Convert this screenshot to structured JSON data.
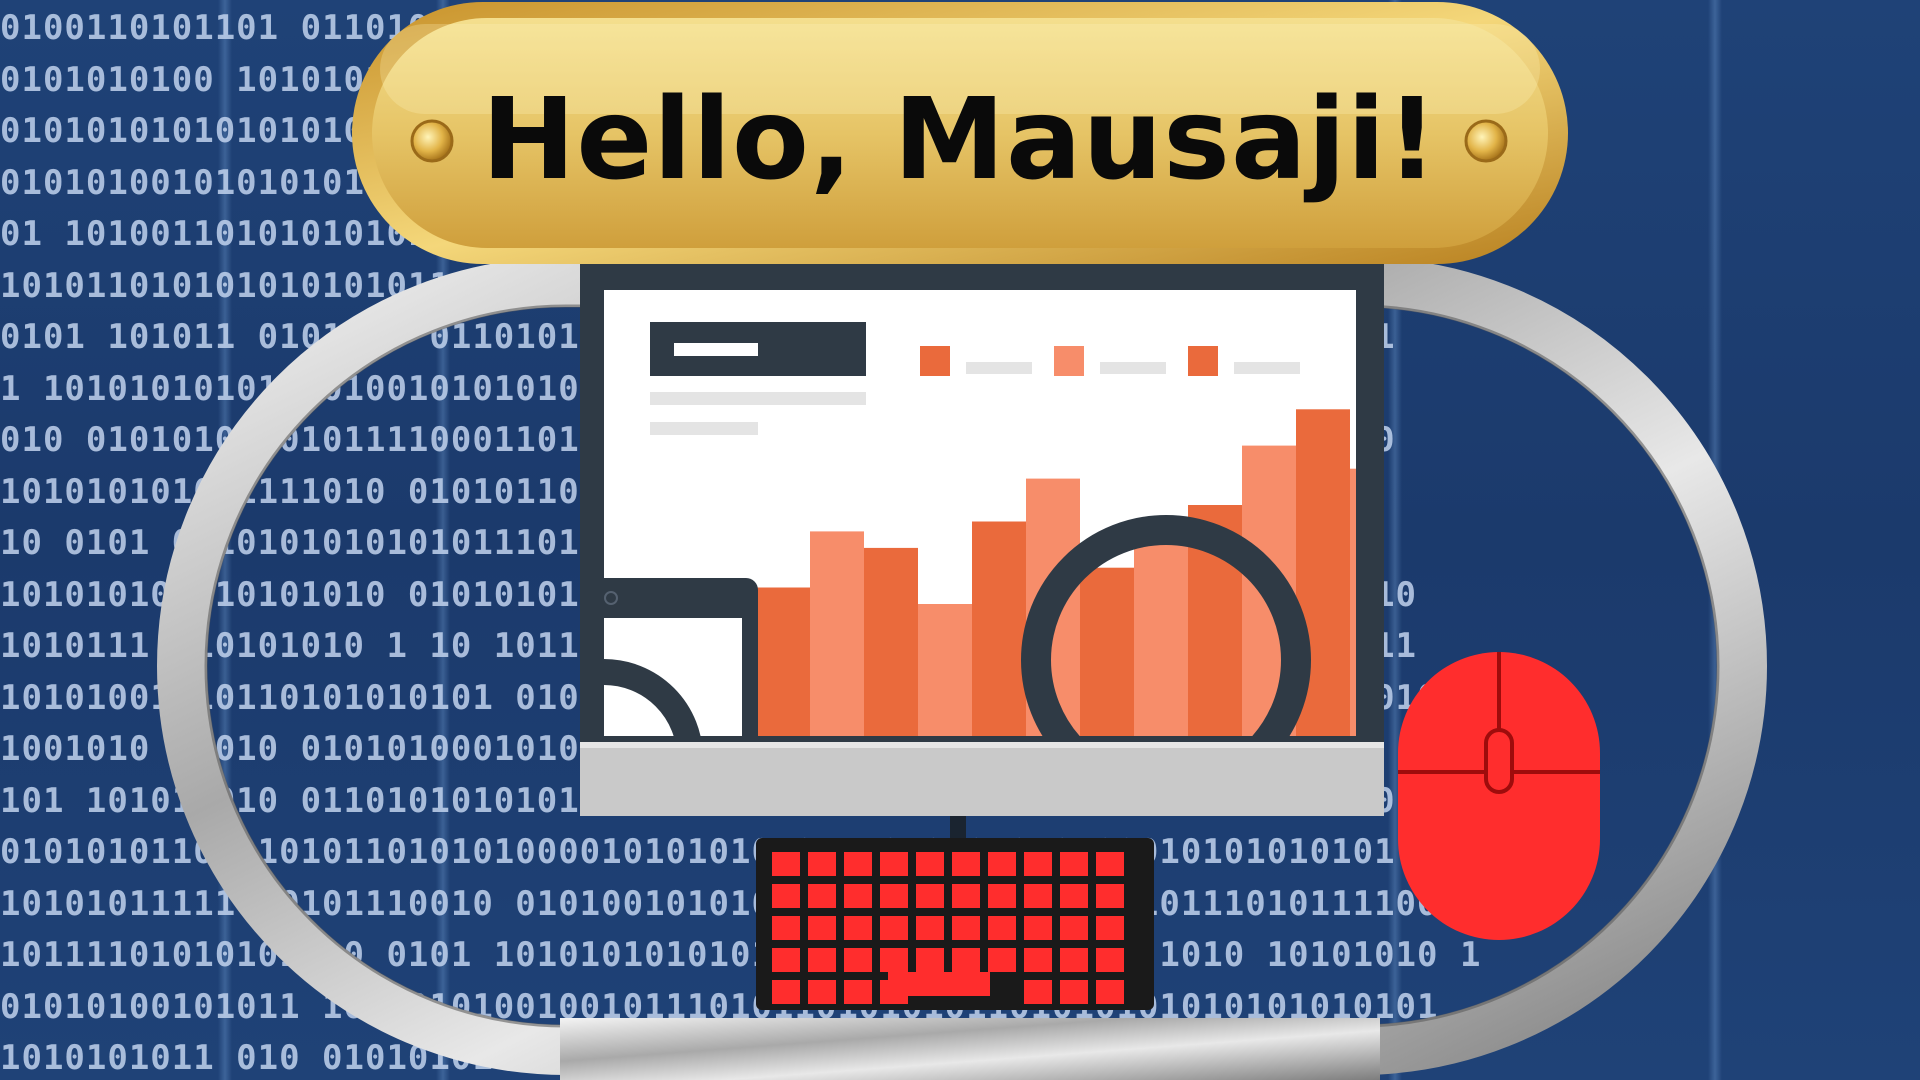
{
  "plaque": {
    "greeting": "Hello, Mausaji!"
  },
  "binary_background": {
    "rows": [
      "0100110101101 011010111 110101010011 011010111111010101111010101111",
      "0101010100 1010101100101 10100101101001101010101001 1 010100101001",
      "01010101010101010 101010101010 1011101010101010100101010010101010",
      "01010100101010101 0101001011010101010111110101001010101010 1010110",
      "01 10100110101010101011011100101010101 110101011111010 01010101010",
      "10101101010101010101101010101010011 1010101010101010101010101011010",
      "0101 101011 0101010 011010101010101011010100101010101001011010111",
      "1 101010101010101001010101010010101010101010101 0101010101010101",
      "010 01010101 01011110001101010111011010101111100011110101101 1010",
      "101010101011111010 01010110101010100110101010101010110101010101",
      "10 0101 01101010101010111010101101011110010101011101010111101011",
      "101010101010101010 0101010101110101010101010 010101001010010111010",
      "1010111 010101010 1 10 10110101011010100101011010 110101101 001011",
      "10101001010110101010101 010101101010110101010101010100 101010 010101",
      "1001010 0 010 01010100010101010101010101010101010101010101010101",
      "101 10101 010 0110101010101010101010101010101010101010101 01000101",
      "01010101101010101101010100001010101010111010101010100010101010101",
      "10101011111 10101110010 01010010101010111101010101010101110101111001",
      "10111101010101 10 0101 1010101010101010101011010 0101 1010 10101010 1",
      "01010100101011 1011010100100101110101101010101101010101010101010101",
      "1010101011 010 01010101010101010101010101010101010101010101010101"
    ]
  },
  "dashboard_chart": {
    "bars": [
      0.31,
      0.45,
      0.62,
      0.57,
      0.4,
      0.65,
      0.78,
      0.51,
      0.62,
      0.7,
      0.88,
      0.99,
      0.81
    ]
  },
  "colors": {
    "plaque_gold": "#e9c96a",
    "chart_dark_orange": "#ea6a3c",
    "chart_light_orange": "#f78d6a",
    "device_red": "#ff2d2d",
    "frame_silver": "#bfbfbf",
    "background_blue": "#1c3d73"
  },
  "icons": [
    "plaque-screw-icon",
    "magnifier-icon",
    "keyboard-icon",
    "mouse-icon",
    "tablet-icon"
  ]
}
